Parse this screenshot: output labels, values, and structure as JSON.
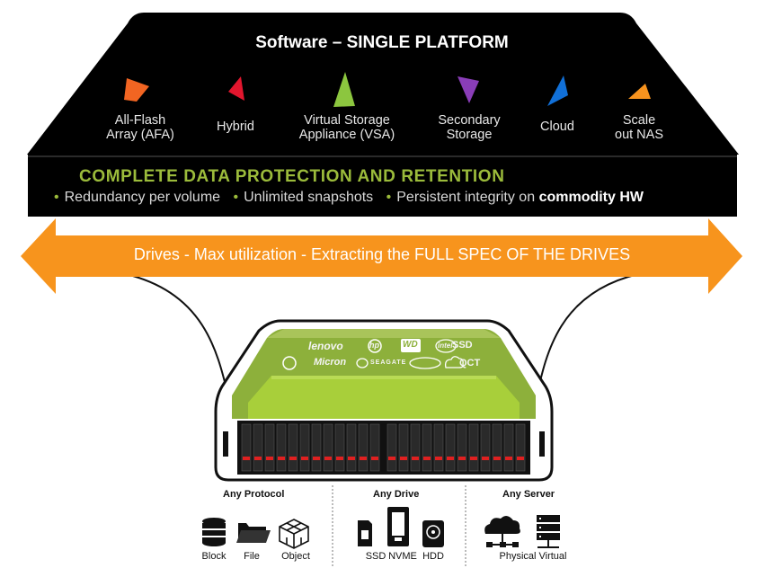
{
  "header": {
    "title": "Software – SINGLE PLATFORM"
  },
  "products": [
    {
      "label": "All-Flash\nArray (AFA)",
      "icon": "orange-shard-icon",
      "color": "#f26522"
    },
    {
      "label": "Hybrid",
      "icon": "red-shard-icon",
      "color": "#e2162e"
    },
    {
      "label": "Virtual Storage\nAppliance (VSA)",
      "icon": "green-shard-icon",
      "color": "#8cc63f"
    },
    {
      "label": "Secondary\nStorage",
      "icon": "purple-shard-icon",
      "color": "#8a3db8"
    },
    {
      "label": "Cloud",
      "icon": "blue-shard-icon",
      "color": "#1170d8"
    },
    {
      "label": "Scale\nout NAS",
      "icon": "amber-shard-icon",
      "color": "#f7931e"
    }
  ],
  "protection": {
    "title": "COMPLETE DATA PROTECTION AND RETENTION",
    "items": [
      "Redundancy per volume",
      "Unlimited snapshots",
      "Persistent integrity on"
    ],
    "emphasis": "commodity HW"
  },
  "drives_banner": {
    "text": "Drives - Max utilization - Extracting the FULL SPEC OF THE DRIVES"
  },
  "vendors": {
    "lenovo": "lenovo",
    "hp": "hp",
    "wd": "WD",
    "intel": "intel",
    "ssd": "SSD",
    "micron": "Micron",
    "seagate": "SEAGATE",
    "qct": "QCT"
  },
  "sections": [
    {
      "title": "Any Protocol",
      "labels": [
        "Block",
        "File",
        "Object"
      ]
    },
    {
      "title": "Any Drive",
      "labels": [
        "SSD",
        "NVME",
        "HDD"
      ]
    },
    {
      "title": "Any Server",
      "labels": [
        "Physical",
        "Virtual"
      ]
    }
  ],
  "colors": {
    "accent_orange": "#f7941d",
    "protection_green": "#9bbb3b",
    "panel_black": "#000000",
    "server_green": "#8db03b",
    "drive_red": "#e02020"
  }
}
